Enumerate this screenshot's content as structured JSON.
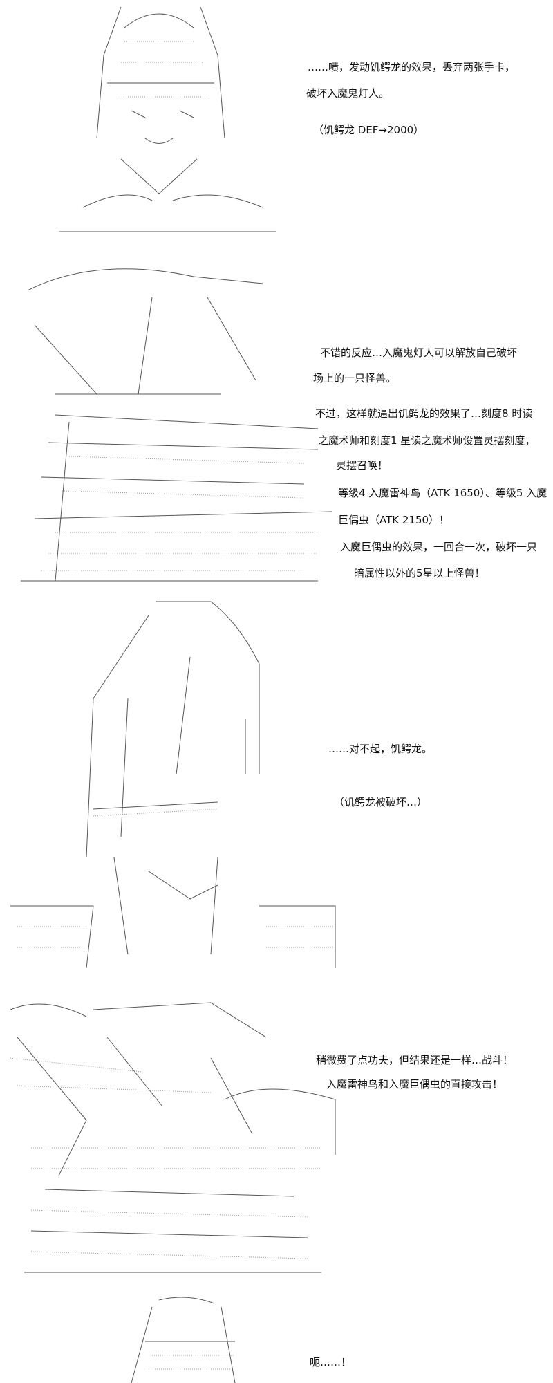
{
  "panels": [
    {
      "lines": [
        "……啧，发动饥鳄龙的效果，丢弃两张手卡，",
        "破坏入魔鬼灯人。",
        "（饥鳄龙 DEF→2000）"
      ]
    },
    {
      "lines": [
        "不错的反应…入魔鬼灯人可以解放自己破坏",
        "场上的一只怪兽。",
        "不过，这样就逼出饥鳄龙的效果了…刻度8 时读",
        "之魔术师和刻度1 星读之魔术师设置灵摆刻度，",
        "灵摆召唤！",
        "等级4 入魔雷神鸟（ATK 1650）、等级5 入魔",
        "巨偶虫（ATK 2150）！",
        "入魔巨偶虫的效果，一回合一次，破坏一只",
        "暗属性以外的5星以上怪兽！"
      ]
    },
    {
      "lines": [
        "……对不起，饥鳄龙。",
        "（饥鳄龙被破坏…）"
      ]
    },
    {
      "lines": [
        "稍微费了点功夫，但结果还是一样…战斗！",
        "入魔雷神鸟和入魔巨偶虫的直接攻击！"
      ]
    },
    {
      "lines": [
        "呃……！"
      ]
    }
  ]
}
